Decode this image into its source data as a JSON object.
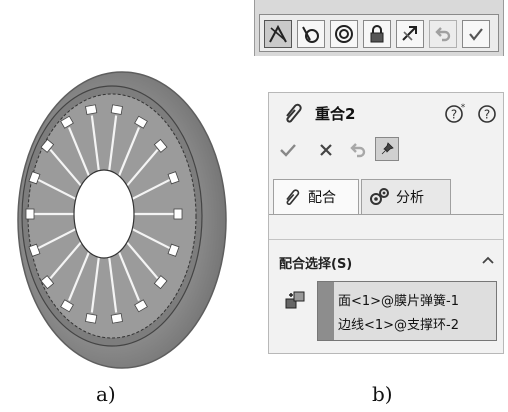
{
  "captions": {
    "left": "a)",
    "right": "b)"
  },
  "toolbar": {
    "buttons": [
      {
        "icon": "coincident-mate-icon",
        "pressed": true
      },
      {
        "icon": "tangent-mate-icon",
        "pressed": false
      },
      {
        "icon": "concentric-mate-icon",
        "pressed": false
      },
      {
        "icon": "lock-mate-icon",
        "pressed": false
      },
      {
        "icon": "flip-alignment-icon",
        "pressed": false
      },
      {
        "icon": "undo-icon",
        "pressed": false
      },
      {
        "icon": "ok-check-icon",
        "pressed": false
      }
    ]
  },
  "panel": {
    "title": "重合2",
    "tabs": [
      {
        "label": "配合",
        "active": true
      },
      {
        "label": "分析",
        "active": false
      }
    ],
    "section": {
      "title": "配合选择(S)"
    },
    "selections": [
      "面<1>@膜片弹簧-1",
      "边线<1>@支撑环-2"
    ]
  },
  "colors": {
    "panel_bg": "#f2f2f2",
    "toolbar_bg": "#d9d9d9",
    "list_bg": "#dedede"
  }
}
